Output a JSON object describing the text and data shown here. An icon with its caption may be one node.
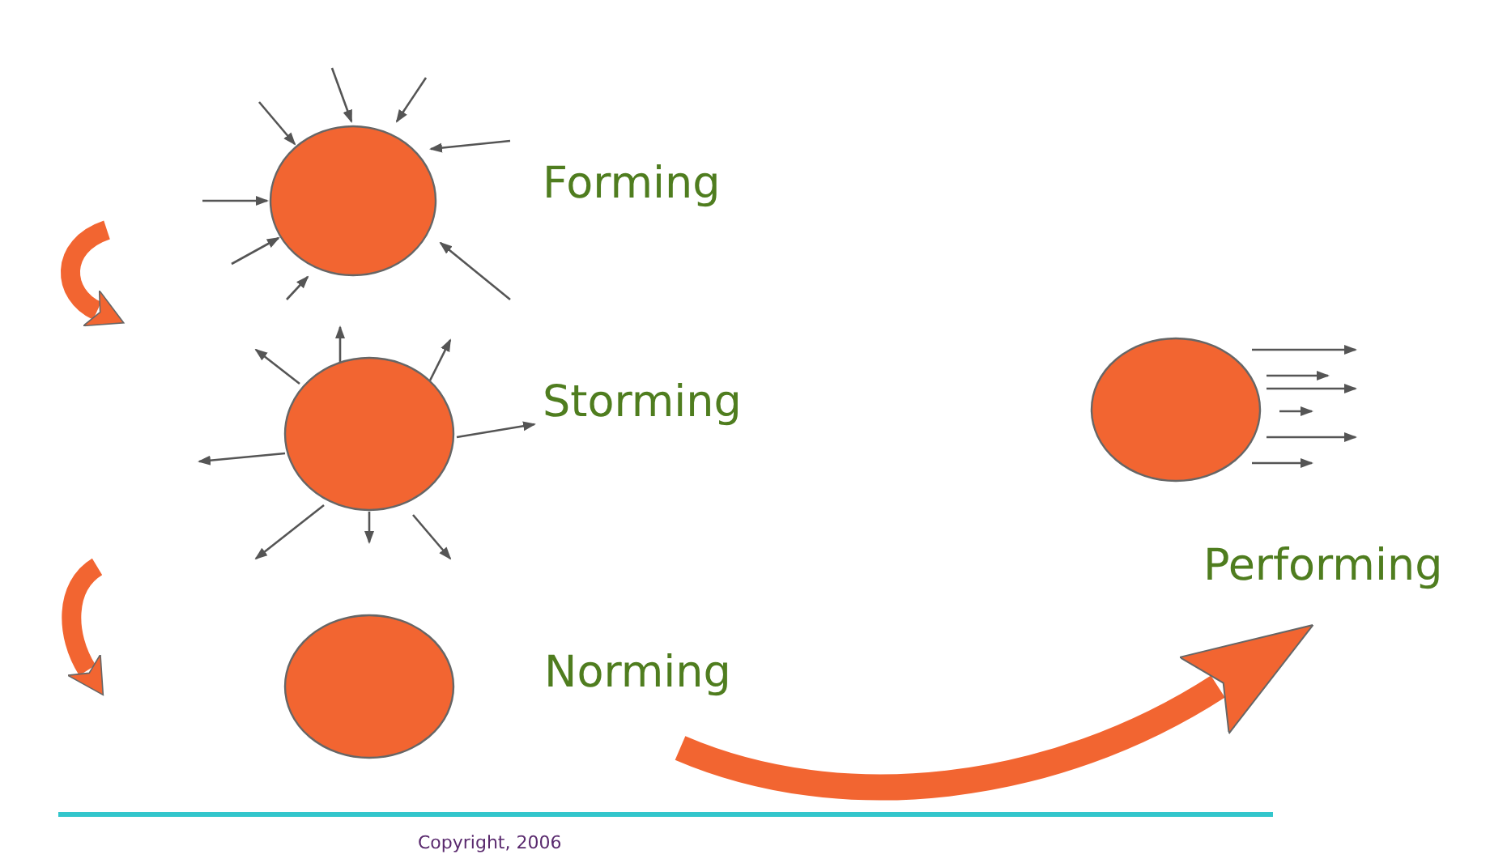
{
  "diagram": {
    "nodes": [
      {
        "text": [],
        "shape": "circle",
        "beside": [
          "Forming"
        ]
      },
      {
        "text": [],
        "shape": "circle",
        "beside": [
          "Storming"
        ]
      },
      {
        "text": [],
        "shape": "circle",
        "beside": [
          "Norming"
        ]
      },
      {
        "text": [],
        "shape": "circle",
        "beside": [
          "Performing"
        ]
      }
    ],
    "edges": [
      {
        "from": 2,
        "to": 3,
        "arrow": "to"
      }
    ],
    "labels": [
      "Copyright, 2006"
    ]
  }
}
